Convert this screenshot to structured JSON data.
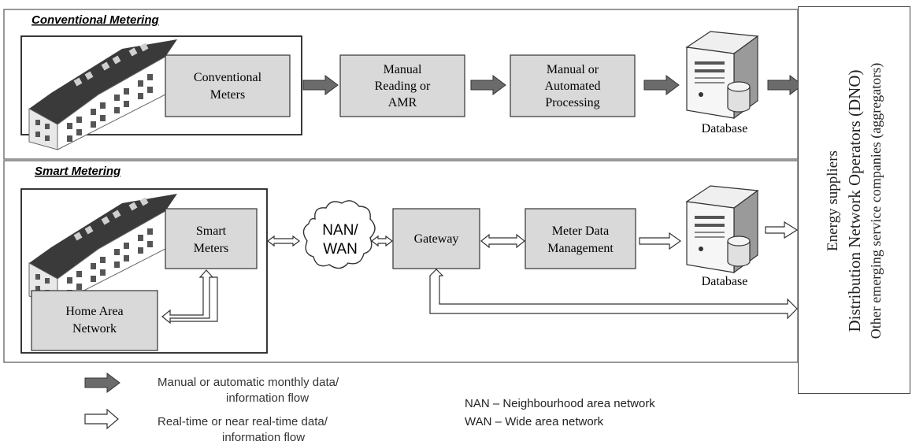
{
  "sections": {
    "conventional": {
      "title": "Conventional Metering",
      "meters": "Conventional Meters",
      "reading": "Manual Reading or AMR",
      "processing": "Manual or Automated Processing",
      "database": "Database"
    },
    "smart": {
      "title": "Smart Metering",
      "meters": "Smart Meters",
      "han": "Home Area Network",
      "cloud": "NAN/ WAN",
      "gateway": "Gateway",
      "mdm": "Meter Data Management",
      "database": "Database"
    }
  },
  "recipients": {
    "line1": "Energy suppliers",
    "line2": "Distribution Network Operators (DNO)",
    "line3": "Other emerging service companies (aggregators)"
  },
  "legend": {
    "dark_arrow": "Manual or automatic monthly data/ information flow",
    "dark_arrow_l1": "Manual or automatic monthly data/",
    "dark_arrow_l2": "information flow",
    "light_arrow": "Real-time or near real-time data/ information flow",
    "light_arrow_l1": "Real-time or near real-time data/",
    "light_arrow_l2": "information flow",
    "nan": "NAN – Neighbourhood area network",
    "wan": "WAN – Wide area network"
  },
  "colors": {
    "box_fill": "#d9d9d9",
    "dark_arrow": "#6b6b6b",
    "outline": "#333333"
  }
}
